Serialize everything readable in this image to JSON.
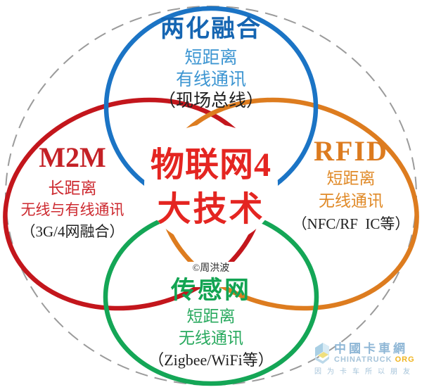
{
  "center": {
    "line1": "物联网4",
    "line2": "大技术"
  },
  "circles": {
    "top": {
      "title": "两化融合",
      "sub1": "短距离",
      "sub2": "有线通讯",
      "note": "（现场总线）"
    },
    "left": {
      "title": "M2M",
      "sub1": "长距离",
      "sub2": "无线与有线通讯",
      "note": "（3G/4网融合）"
    },
    "right": {
      "title": "RFID",
      "sub1": "短距离",
      "sub2": "无线通讯",
      "note": "（NFC/RF  IC等）"
    },
    "bottom": {
      "title": "传感网",
      "sub1": "短距离",
      "sub2": "无线通讯",
      "note": "（Zigbee/WiFi等）"
    }
  },
  "watermark": "©周洪波",
  "logo": {
    "cn": "中國卡車網",
    "en": "CHINATRUCK ",
    "suffix": "ORG",
    "slogan": "因为卡车所以朋友"
  },
  "colors": {
    "blue": "#1b74c5",
    "red": "#c3161c",
    "orange": "#dd7c1f",
    "green": "#14a656",
    "dash": "#9b9b9b",
    "center_text": "#e42521",
    "black_text": "#1f1f1f",
    "logo_blue": "#8fb7d6",
    "logo_orange": "#f0b41e"
  }
}
